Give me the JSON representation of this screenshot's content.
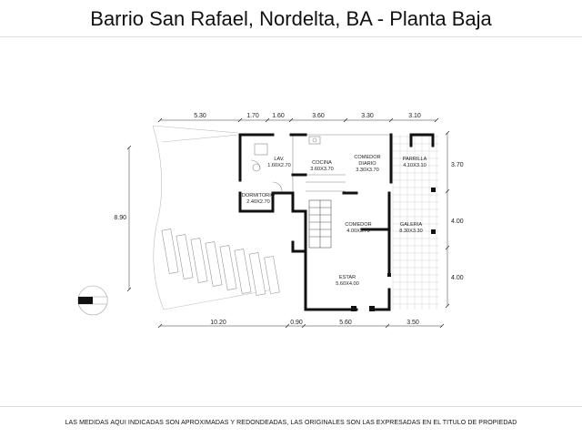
{
  "title": "Barrio San Rafael, Nordelta, BA - Planta Baja",
  "disclaimer": "LAS MEDIDAS AQUI INDICADAS SON APROXIMADAS Y REDONDEADAS, LAS ORIGINALES SON LAS EXPRESADAS EN EL TITULO DE PROPIEDAD",
  "dimensions": {
    "top": [
      "5.30",
      "1.70",
      "1.60",
      "3.60",
      "3.30",
      "3.10"
    ],
    "bottom": [
      "10.20",
      "0.90",
      "5.60",
      "3.50"
    ],
    "left": [
      "8.90"
    ],
    "right": [
      "3.70",
      "4.00",
      "4.00"
    ]
  },
  "rooms": [
    {
      "name": "LAV.",
      "size": "1.60X2.70"
    },
    {
      "name": "COCINA",
      "size": "3.60X3.70"
    },
    {
      "name": "COMEDOR\nDIARIO",
      "size": "3.30X3.70"
    },
    {
      "name": "PARRILLA",
      "size": "4.10X3.10"
    },
    {
      "name": "DORMITORIO",
      "size": "2.40X2.70"
    },
    {
      "name": "COMEDOR",
      "size": "4.00X3.70"
    },
    {
      "name": "GALERIA",
      "size": "8.30X3.30"
    },
    {
      "name": "ESTAR",
      "size": "5.60X4.00"
    }
  ],
  "icons": {
    "compass": "north-arrow-icon"
  }
}
